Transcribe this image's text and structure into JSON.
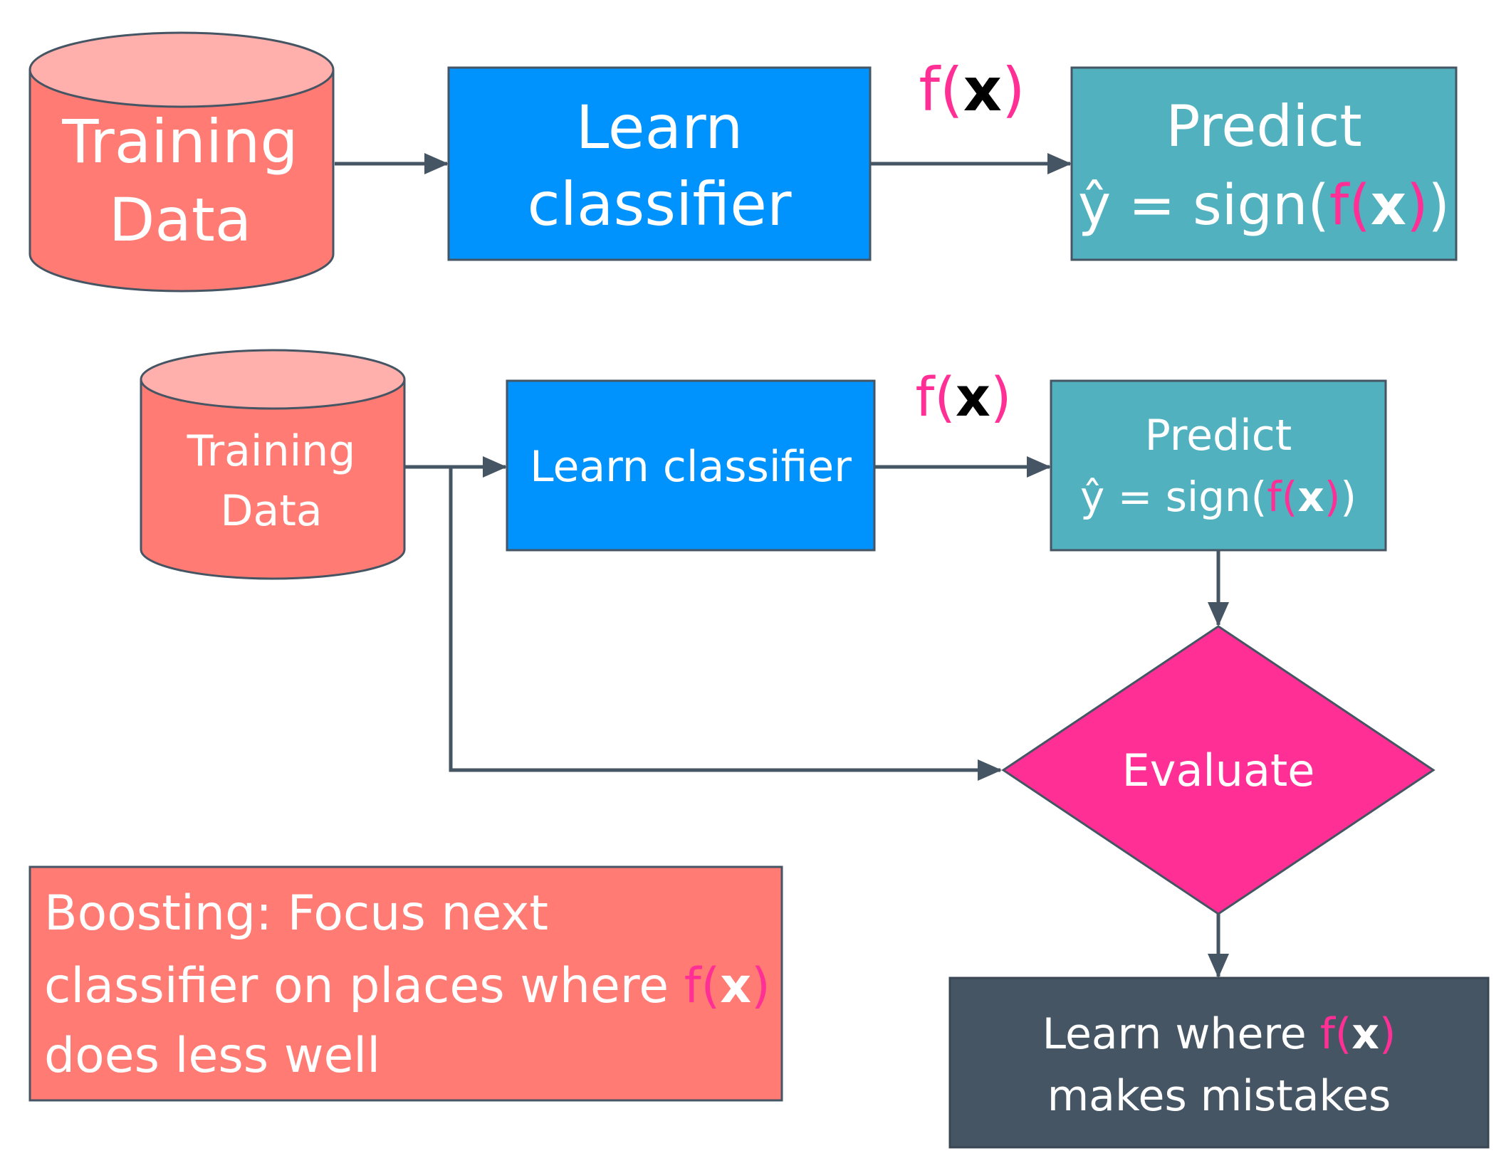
{
  "top_row": {
    "training_data": {
      "line1": "Training",
      "line2": "Data"
    },
    "learn_classifier": {
      "line1": "Learn",
      "line2": "classifier"
    },
    "fx_label": {
      "f": "f",
      "open": "(",
      "x": "x",
      "close": ")"
    },
    "predict": {
      "title": "Predict",
      "formula_prefix": "ŷ = sign(",
      "f": "f",
      "open": "(",
      "x": "x",
      "close": ")",
      "suffix": ")"
    }
  },
  "bottom_flow": {
    "training_data": {
      "line1": "Training",
      "line2": "Data"
    },
    "learn_classifier": {
      "label": "Learn classifier"
    },
    "fx_label": {
      "f": "f",
      "open": "(",
      "x": "x",
      "close": ")"
    },
    "predict": {
      "title": "Predict",
      "formula_prefix": "ŷ = sign(",
      "f": "f",
      "open": "(",
      "x": "x",
      "close": ")",
      "suffix": ")"
    },
    "evaluate": {
      "label": "Evaluate"
    },
    "learn_mistakes": {
      "line1_prefix": "Learn where ",
      "f": "f",
      "open": "(",
      "x": "x",
      "close": ")",
      "line2": "makes mistakes"
    }
  },
  "boosting_note": {
    "line1": "Boosting: Focus next",
    "line2_prefix": "classifier on places where ",
    "f": "f",
    "open": "(",
    "x": "x",
    "close": ")",
    "line3": "does less well"
  },
  "colors": {
    "cylinder_body": "#ff7b73",
    "cylinder_top": "#ffb0ad",
    "learn_box": "#0093fe",
    "predict_box": "#52b1bf",
    "evaluate_diamond": "#ff2f96",
    "mistakes_box": "#465563",
    "note_box": "#ff7b73",
    "arrow": "#465563",
    "accent_pink": "#ff2f96"
  }
}
